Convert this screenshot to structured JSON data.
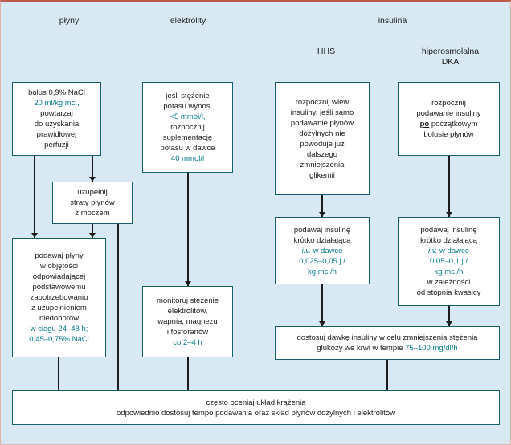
{
  "palette": {
    "background": "#d9e9f3",
    "box_border": "#14606f",
    "accent_text": "#0a7a8e",
    "text": "#1c1c1c",
    "frame_top_border": "#bf5a4c",
    "arrow": "#1c1c1c"
  },
  "headers": {
    "fluids": "płyny",
    "electrolytes": "elektrolity",
    "insulin": "insulina",
    "hhs": "HHS",
    "dka_line1": "hiperosmolalna",
    "dka_line2": "DKA"
  },
  "boxes": {
    "fluid_bolus": {
      "lines": [
        [
          {
            "t": "bolus 0,9% NaCl"
          }
        ],
        [
          {
            "t": "20 ml/kg mc.,",
            "c": "a"
          }
        ],
        [
          {
            "t": "powtarzaj"
          }
        ],
        [
          {
            "t": "do uzyskania"
          }
        ],
        [
          {
            "t": "prawidłowej"
          }
        ],
        [
          {
            "t": "perfuzji"
          }
        ]
      ]
    },
    "urine_losses": {
      "lines": [
        [
          {
            "t": "uzupełnij"
          }
        ],
        [
          {
            "t": "straty płynów"
          }
        ],
        [
          {
            "t": "z moczem"
          }
        ]
      ]
    },
    "fluid_maintenance": {
      "lines": [
        [
          {
            "t": "podawaj płyny"
          }
        ],
        [
          {
            "t": "w objętości"
          }
        ],
        [
          {
            "t": "odpowiadającej"
          }
        ],
        [
          {
            "t": "podstawowemu"
          }
        ],
        [
          {
            "t": "zapotrzebowaniu"
          }
        ],
        [
          {
            "t": "z uzupełnieniem"
          }
        ],
        [
          {
            "t": "niedoborów"
          }
        ],
        [
          {
            "t": "w ciągu 24–48 h;",
            "c": "a"
          }
        ],
        [
          {
            "t": "0,45–0,75% NaCl",
            "c": "a"
          }
        ]
      ]
    },
    "potassium_supplement": {
      "lines": [
        [
          {
            "t": "jeśli stężenie"
          }
        ],
        [
          {
            "t": "potasu wynosi"
          }
        ],
        [
          {
            "t": "<5 mmol/l,",
            "c": "a"
          }
        ],
        [
          {
            "t": "rozpocznij"
          }
        ],
        [
          {
            "t": "suplementację"
          }
        ],
        [
          {
            "t": "potasu w dawce"
          }
        ],
        [
          {
            "t": "40 mmol/l",
            "c": "a"
          }
        ]
      ]
    },
    "electrolyte_monitoring": {
      "lines": [
        [
          {
            "t": "monitoruj stężenie"
          }
        ],
        [
          {
            "t": "elektrolitów,"
          }
        ],
        [
          {
            "t": "wapnia, magnezu"
          }
        ],
        [
          {
            "t": "i fosforanów"
          }
        ],
        [
          {
            "t": "co 2–4 h",
            "c": "a"
          }
        ]
      ]
    },
    "hhs_insulin_start": {
      "lines": [
        [
          {
            "t": "rozpocznij wlew"
          }
        ],
        [
          {
            "t": "insuliny, jeśli samo"
          }
        ],
        [
          {
            "t": "podawanie płynów"
          }
        ],
        [
          {
            "t": "dożylnych nie"
          }
        ],
        [
          {
            "t": "powoduje już"
          }
        ],
        [
          {
            "t": "dalszego"
          }
        ],
        [
          {
            "t": "zmniejszenia"
          }
        ],
        [
          {
            "t": "glikemii"
          }
        ]
      ]
    },
    "dka_insulin_start": {
      "lines": [
        [
          {
            "t": "rozpocznij"
          }
        ],
        [
          {
            "t": "podawanie insuliny"
          }
        ],
        [
          {
            "t": "po",
            "c": "bu"
          },
          {
            "t": " początkowym"
          }
        ],
        [
          {
            "t": "bolusie płynów"
          }
        ]
      ]
    },
    "hhs_insulin_dose": {
      "lines": [
        [
          {
            "t": "podawaj insulinę"
          }
        ],
        [
          {
            "t": "krótko działającą"
          }
        ],
        [
          {
            "t": "i.v.",
            "c": "ai"
          },
          {
            "t": " w dawce",
            "c": "a"
          }
        ],
        [
          {
            "t": "0,025–0,05 j./",
            "c": "a"
          }
        ],
        [
          {
            "t": "kg mc./h",
            "c": "a"
          }
        ]
      ]
    },
    "dka_insulin_dose": {
      "lines": [
        [
          {
            "t": "podawaj insulinę"
          }
        ],
        [
          {
            "t": "krótko działającą"
          }
        ],
        [
          {
            "t": "i.v.",
            "c": "ai"
          },
          {
            "t": " w dawce",
            "c": "a"
          }
        ],
        [
          {
            "t": "0,05–0,1 j./",
            "c": "a"
          }
        ],
        [
          {
            "t": "kg mc./h",
            "c": "a"
          }
        ],
        [
          {
            "t": "w zależności"
          }
        ],
        [
          {
            "t": "od stopnia kwasicy"
          }
        ]
      ]
    },
    "insulin_adjust": {
      "lines": [
        [
          {
            "t": "dostosuj dawkę insuliny w celu zmniejszenia stężenia"
          }
        ],
        [
          {
            "t": "glukozy we krwi w tempie "
          },
          {
            "t": "75–100 mg/dl/h",
            "c": "a"
          }
        ]
      ]
    },
    "circulation_monitoring": {
      "lines": [
        [
          {
            "t": "często oceniaj układ krążenia"
          }
        ],
        [
          {
            "t": "odpowiednio dostosuj tempo podawania oraz skład płynów dożylnych i elektrolitów"
          }
        ]
      ]
    }
  }
}
